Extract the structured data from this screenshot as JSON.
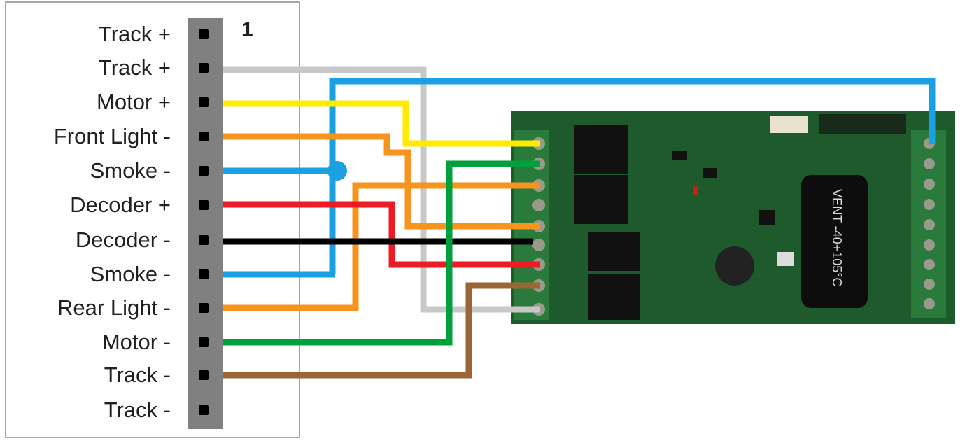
{
  "connector": {
    "number": "1",
    "pins": [
      "Track +",
      "Track +",
      "Motor +",
      "Front Light -",
      "Smoke -",
      "Decoder +",
      "Decoder -",
      "Smoke -",
      "Rear Light -",
      "Motor -",
      "Track -",
      "Track -"
    ]
  },
  "decoder": {
    "component_marking": "VENT -40+105°C"
  },
  "colors": {
    "grey": "#c8c8c8",
    "blue": "#1ba1e2",
    "yellow": "#ffeb00",
    "orange": "#f7941d",
    "red": "#ed1c24",
    "black": "#000000",
    "green": "#00a03c",
    "brown": "#9b6636",
    "pcb": "#1f5a2c"
  }
}
